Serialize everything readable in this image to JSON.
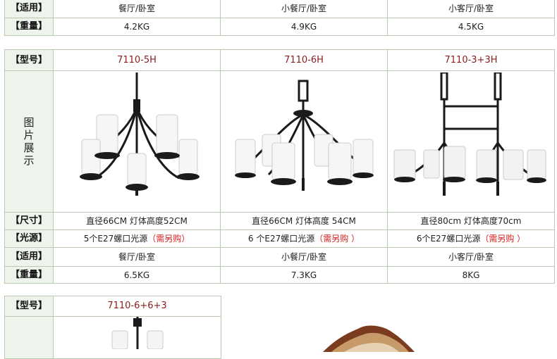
{
  "labels": {
    "applicable": "【适用】",
    "weight": "【重量】",
    "model": "【型号】",
    "size": "【尺寸】",
    "light_source": "【光源】",
    "picture_display": [
      "图",
      "片",
      "展",
      "示"
    ]
  },
  "top_block": {
    "applicable": [
      "餐厅/卧室",
      "小餐厅/卧室",
      "小客厅/卧室"
    ],
    "weight": [
      "4.2KG",
      "4.9KG",
      "4.5KG"
    ]
  },
  "products": [
    {
      "model": "7110-5H",
      "size": "直径66CM 灯体高度52CM",
      "light_main": "5个E27螺口光源",
      "light_note": "（需另购）",
      "applicable": "餐厅/卧室",
      "weight": "6.5KG"
    },
    {
      "model": "7110-6H",
      "size": "直径66CM 灯体高度 54CM",
      "light_main": "6 个E27螺口光源",
      "light_note": "（需另购 ）",
      "applicable": "小餐厅/卧室",
      "weight": "7.3KG"
    },
    {
      "model": "7110-3+3H",
      "size": "直径80cm 灯体高度70cm",
      "light_main": "6个E27螺口光源",
      "light_note": "（需另购 ）",
      "applicable": "小客厅/卧室",
      "weight": "8KG"
    }
  ],
  "bottom_block": {
    "model": "7110-6+6+3"
  },
  "colors": {
    "border": "#b9c9b3",
    "label_bg": "#eef3ec",
    "model_text": "#8a1c1c",
    "note_text": "#d42020"
  }
}
